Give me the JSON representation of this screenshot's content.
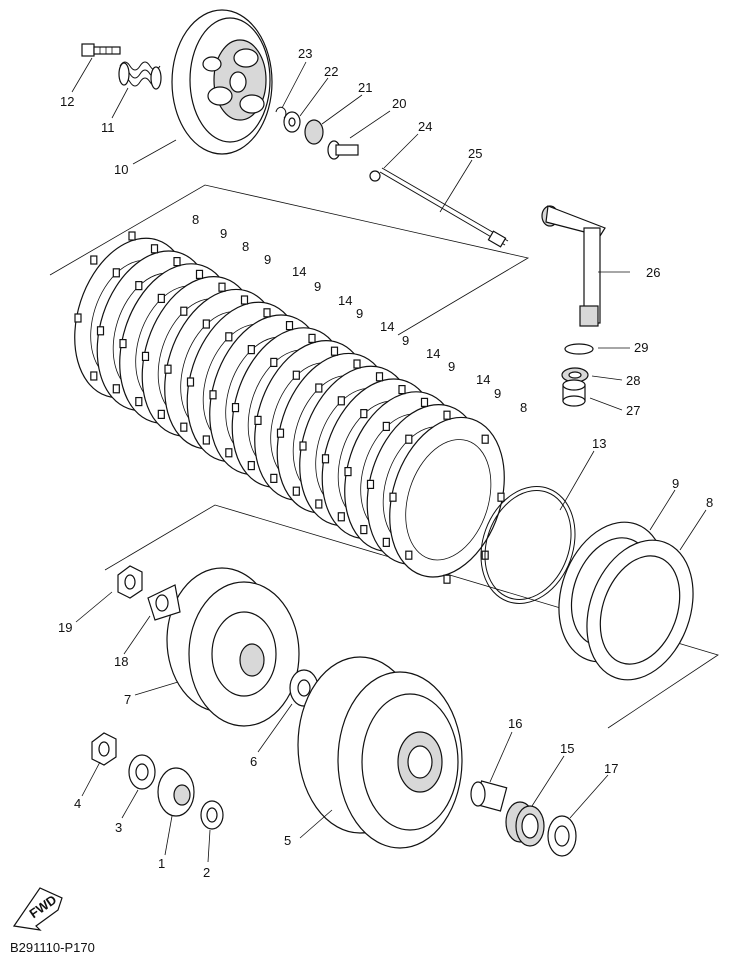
{
  "diagram": {
    "code": "B291110-P170",
    "fwd_label": "FWD",
    "callouts": [
      {
        "id": "c1",
        "label": "1"
      },
      {
        "id": "c2",
        "label": "2"
      },
      {
        "id": "c3",
        "label": "3"
      },
      {
        "id": "c4",
        "label": "4"
      },
      {
        "id": "c5",
        "label": "5"
      },
      {
        "id": "c6",
        "label": "6"
      },
      {
        "id": "c7",
        "label": "7"
      },
      {
        "id": "c8a",
        "label": "8"
      },
      {
        "id": "c8b",
        "label": "8"
      },
      {
        "id": "c8c",
        "label": "8"
      },
      {
        "id": "c8d",
        "label": "8"
      },
      {
        "id": "c9a",
        "label": "9"
      },
      {
        "id": "c9b",
        "label": "9"
      },
      {
        "id": "c9c",
        "label": "9"
      },
      {
        "id": "c9d",
        "label": "9"
      },
      {
        "id": "c9e",
        "label": "9"
      },
      {
        "id": "c9f",
        "label": "9"
      },
      {
        "id": "c9g",
        "label": "9"
      },
      {
        "id": "c9h",
        "label": "9"
      },
      {
        "id": "c10",
        "label": "10"
      },
      {
        "id": "c11",
        "label": "11"
      },
      {
        "id": "c12",
        "label": "12"
      },
      {
        "id": "c13",
        "label": "13"
      },
      {
        "id": "c14a",
        "label": "14"
      },
      {
        "id": "c14b",
        "label": "14"
      },
      {
        "id": "c14c",
        "label": "14"
      },
      {
        "id": "c14d",
        "label": "14"
      },
      {
        "id": "c14e",
        "label": "14"
      },
      {
        "id": "c15",
        "label": "15"
      },
      {
        "id": "c16",
        "label": "16"
      },
      {
        "id": "c17",
        "label": "17"
      },
      {
        "id": "c18",
        "label": "18"
      },
      {
        "id": "c19",
        "label": "19"
      },
      {
        "id": "c20",
        "label": "20"
      },
      {
        "id": "c21",
        "label": "21"
      },
      {
        "id": "c22",
        "label": "22"
      },
      {
        "id": "c23",
        "label": "23"
      },
      {
        "id": "c24",
        "label": "24"
      },
      {
        "id": "c25",
        "label": "25"
      },
      {
        "id": "c26",
        "label": "26"
      },
      {
        "id": "c27",
        "label": "27"
      },
      {
        "id": "c28",
        "label": "28"
      },
      {
        "id": "c29",
        "label": "29"
      }
    ]
  }
}
